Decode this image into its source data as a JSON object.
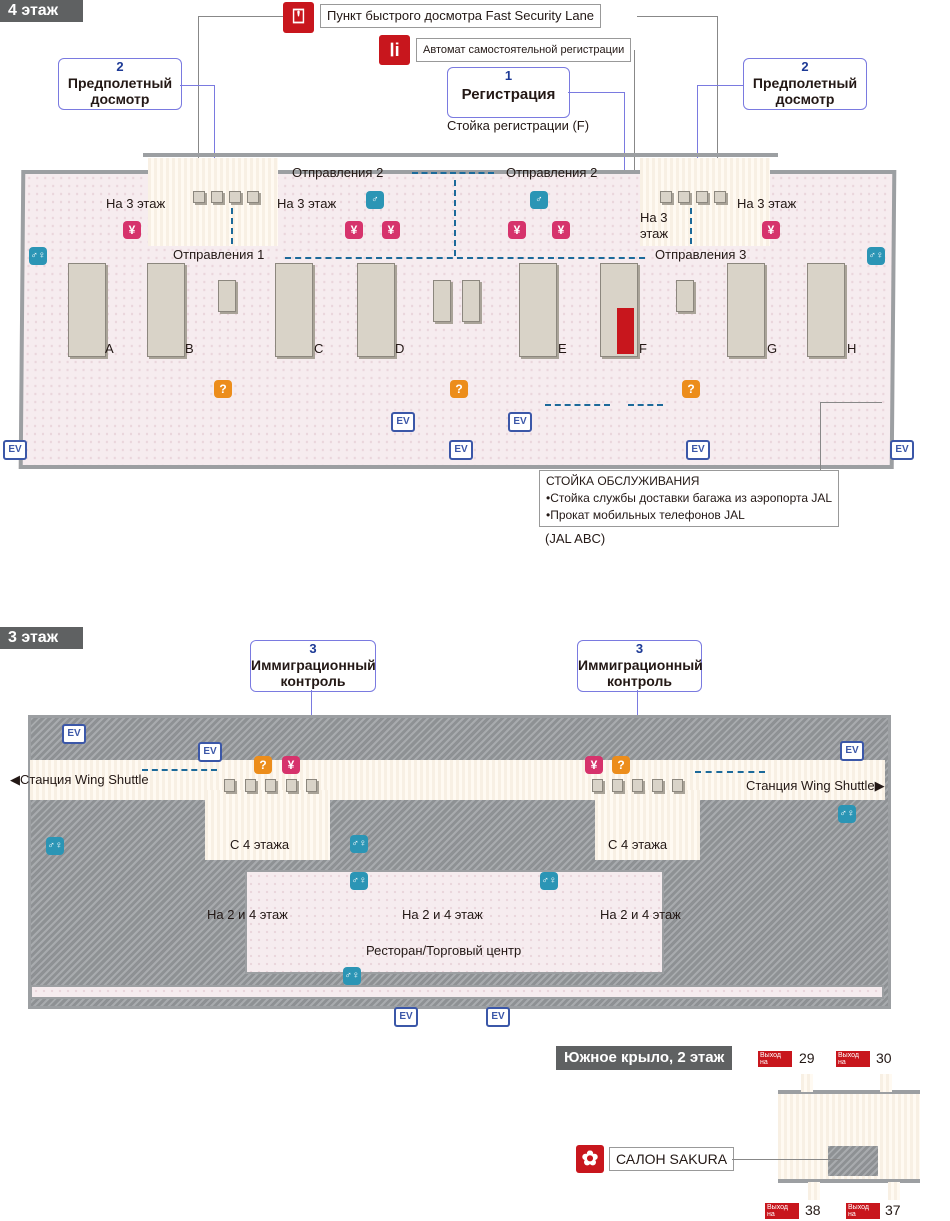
{
  "floor4": {
    "tag": "4 этаж",
    "fast_security": "Пункт быстрого досмотра Fast Security Lane",
    "kiosk": "Автомат самостоятельной регистрации",
    "checkin": {
      "num": "1",
      "title": "Регистрация",
      "sub": "Стойка регистрации (F)"
    },
    "security_left": {
      "num": "2",
      "line1": "Предполетный",
      "line2": "досмотр"
    },
    "security_right": {
      "num": "2",
      "line1": "Предполетный",
      "line2": "досмотр"
    },
    "to3_left_a": "На 3 этаж",
    "to3_left_b": "На 3 этаж",
    "to3_right_a": "На 3",
    "to3_right_a2": "этаж",
    "to3_right_b": "На 3 этаж",
    "departures": [
      "Отправления 1",
      "Отправления 2",
      "Отправления 2",
      "Отправления 3"
    ],
    "counters": [
      "A",
      "B",
      "C",
      "D",
      "E",
      "F",
      "G",
      "H"
    ],
    "service": {
      "title": "СТОЙКА ОБСЛУЖИВАНИЯ",
      "items": [
        "•Стойка службы доставки багажа из аэропорта JAL",
        "•Прокат мобильных телефонов JAL"
      ],
      "note": "(JAL ABC)"
    },
    "ev": "EV"
  },
  "floor3": {
    "tag": "3 этаж",
    "immigration_left": {
      "num": "3",
      "line1": "Иммиграционный",
      "line2": "контроль"
    },
    "immigration_right": {
      "num": "3",
      "line1": "Иммиграционный",
      "line2": "контроль"
    },
    "shuttle_left": "Станция Wing Shuttle",
    "shuttle_right": "Станция Wing Shuttle",
    "from4": "С 4 этажа",
    "to24": "На 2 и 4 этаж",
    "restaurant": "Ресторан/Торговый центр"
  },
  "south": {
    "tag": "Южное крыло, 2 этаж",
    "gate_label": "Выход на посадку",
    "gates": [
      "29",
      "30",
      "38",
      "37"
    ],
    "lounge": "САЛОН SAKURA",
    "lounge_logo": "Sakura Lounge"
  },
  "icons": {
    "yen": "¥",
    "info": "?",
    "toilet": "♂♀",
    "person": "♂"
  }
}
